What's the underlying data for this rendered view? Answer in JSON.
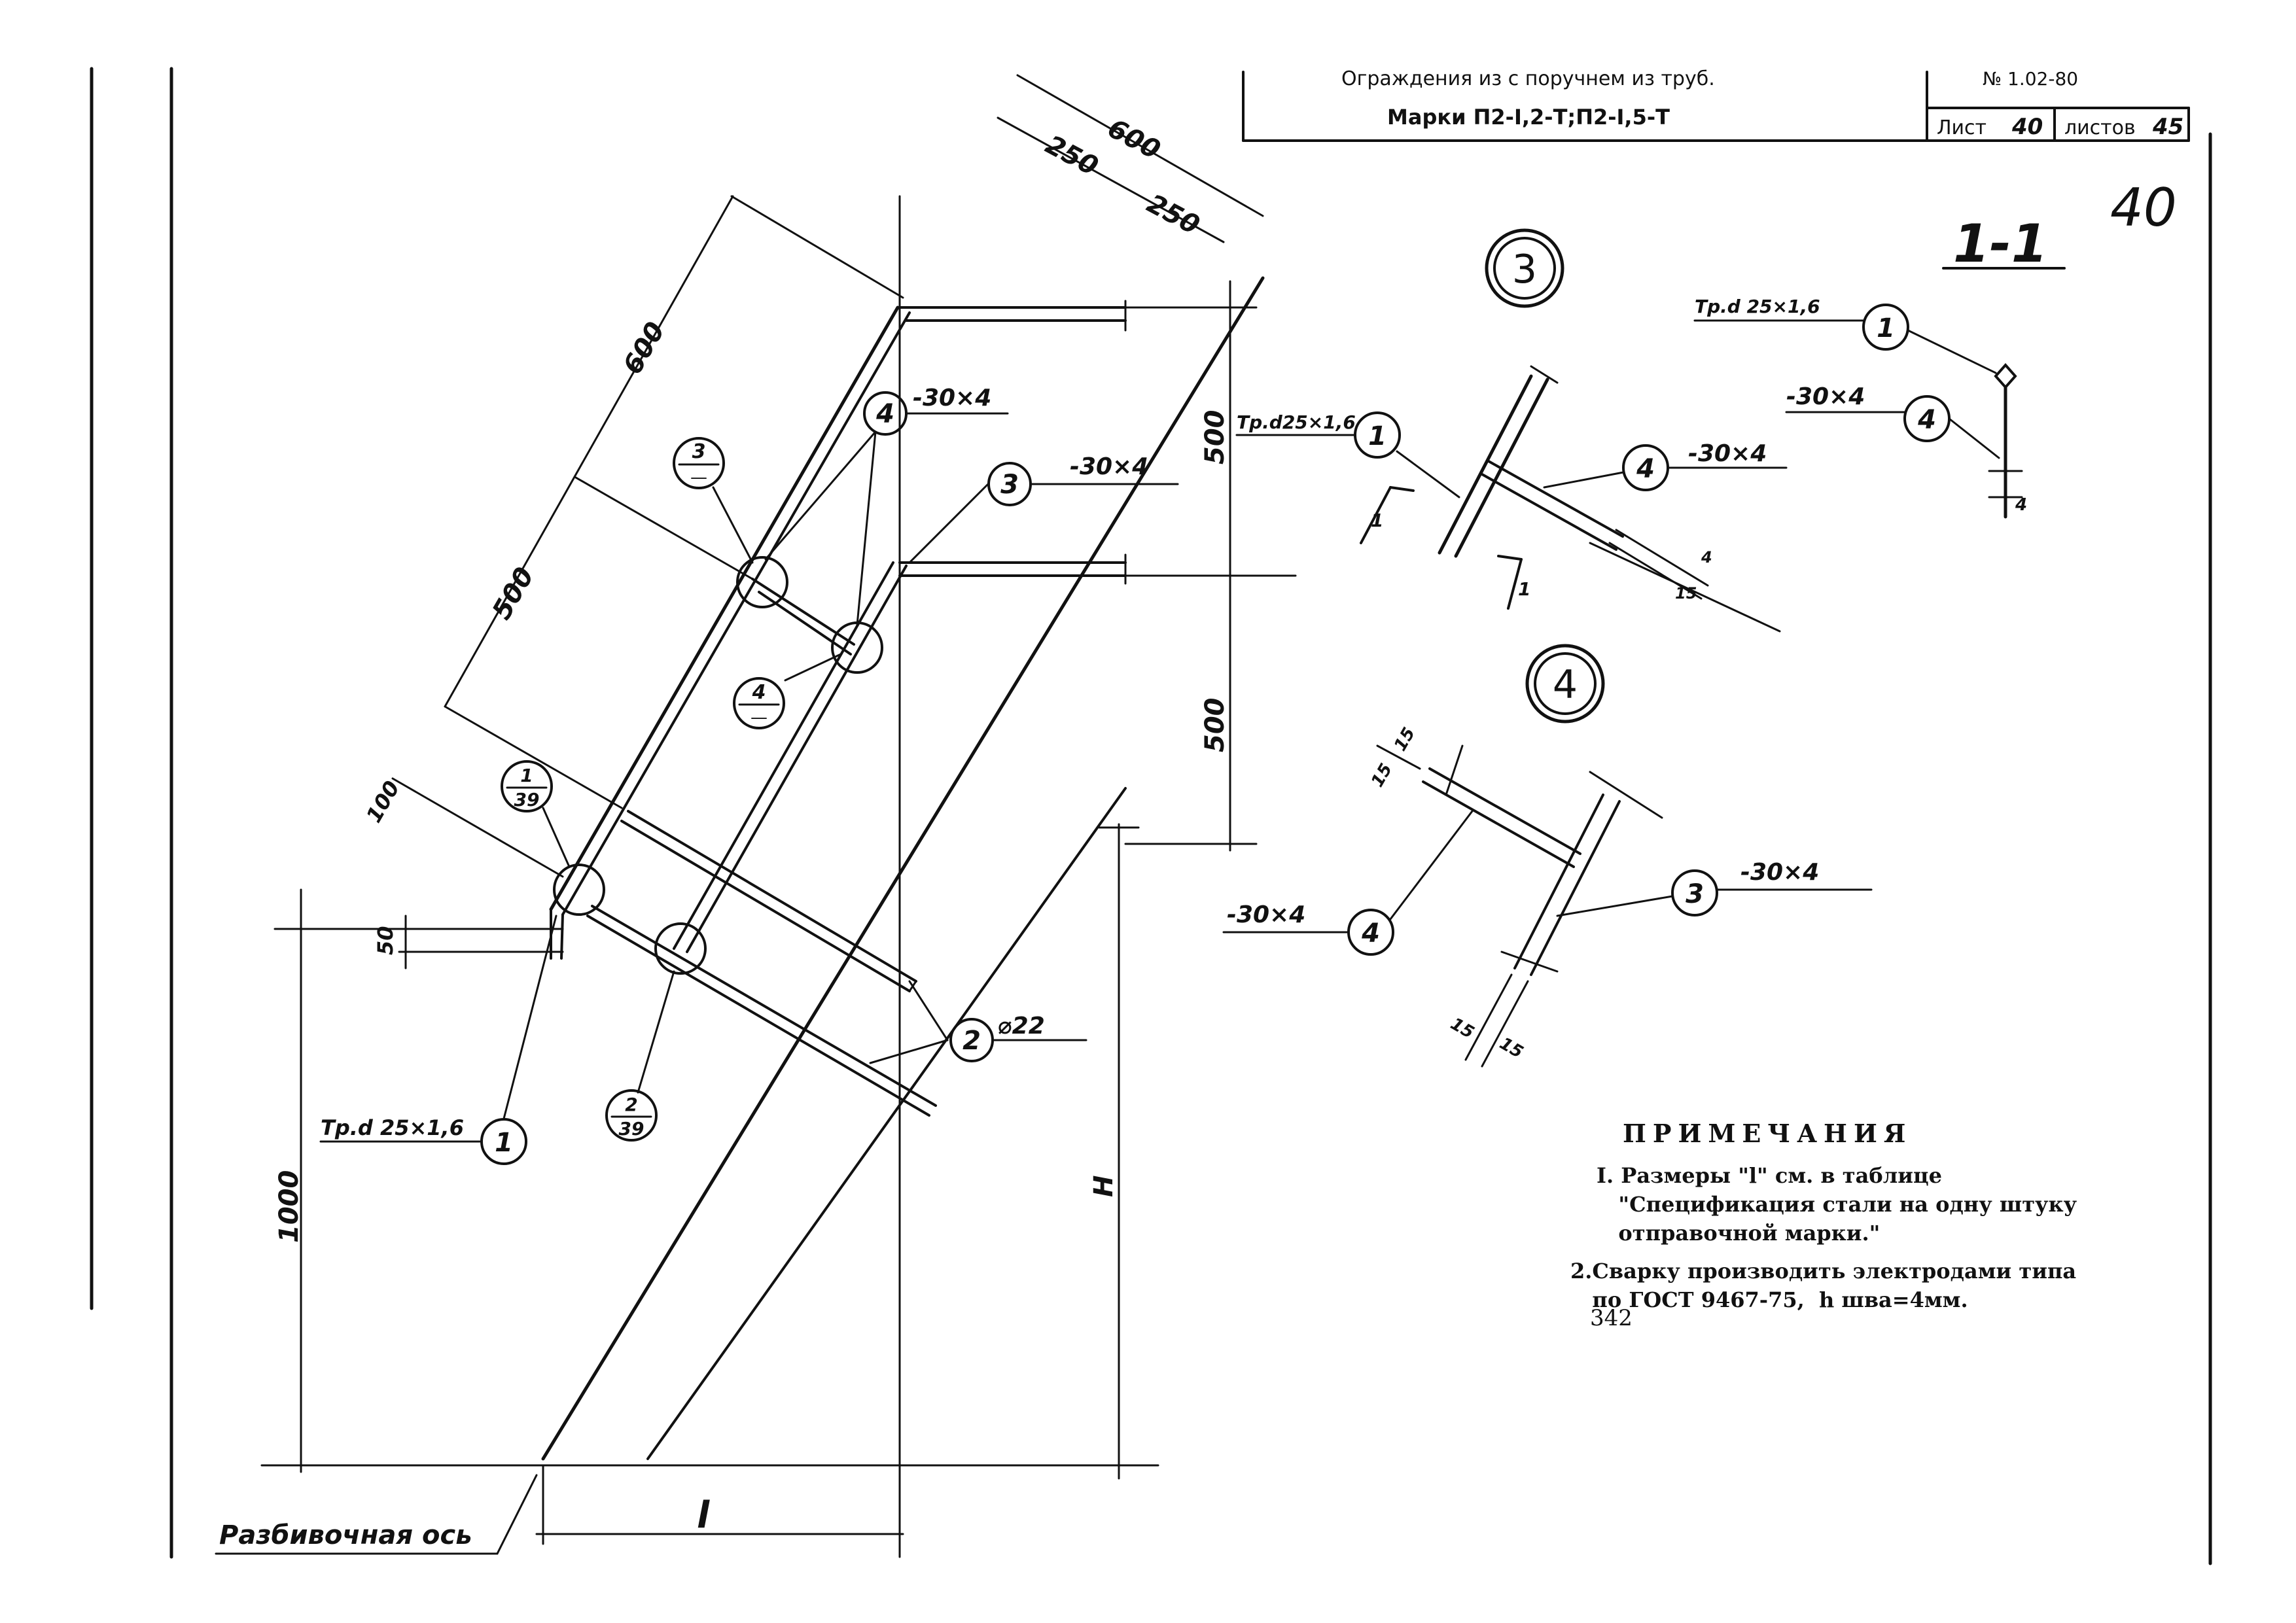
{
  "title_block": {
    "line1": "Ограждения из с поручнем из труб.",
    "line2": "Марки П2-I,2-Т;П2-I,5-Т",
    "top_right": "№ 1.02-80",
    "sheet_label": "Лист",
    "sheet_no": "40",
    "sheets_label": "листов",
    "sheets_total": "45"
  },
  "handwritten_page": "40",
  "section_label": "1-1",
  "node_labels": {
    "node3": "3",
    "node4": "4"
  },
  "dimensions": {
    "d600_top": "600",
    "d250_a": "250",
    "d250_b": "250",
    "d600_slope": "600",
    "d500_slope": "500",
    "d100": "100",
    "d50": "50",
    "d500_v1": "500",
    "d500_v2": "500",
    "d1000": "1000",
    "dH": "Н",
    "dL": "l"
  },
  "callouts": {
    "c1": {
      "num": "1",
      "text": "Тр.d 25×1,6"
    },
    "c2": {
      "num": "2",
      "text": "⌀22"
    },
    "c3": {
      "num": "3",
      "text": "-30×4"
    },
    "c4": {
      "num": "4",
      "text": "-30×4"
    }
  },
  "refs": {
    "r3": {
      "top": "3",
      "bottom": "—"
    },
    "r4": {
      "top": "4",
      "bottom": "—"
    },
    "r1_39": {
      "top": "1",
      "bottom": "39"
    },
    "r2_39": {
      "top": "2",
      "bottom": "39"
    }
  },
  "detail3": {
    "pipe": "Тр.d25×1,6",
    "pipe_num": "1",
    "plate_num": "4",
    "plate": "-30×4",
    "cut": "1",
    "t4": "4",
    "t15": "15"
  },
  "detail4": {
    "num4": "4",
    "text4": "-30×4",
    "num3": "3",
    "text3": "-30×4",
    "w15": "15"
  },
  "section11": {
    "pipe_num": "1",
    "pipe": "Тр.d 25×1,6",
    "plate_num": "4",
    "plate": "-30×4",
    "t4": "4"
  },
  "axis_label": "Разбивочная ось",
  "notes": {
    "title": "ПРИМЕЧАНИЯ",
    "n1": "I. Размеры \"l\" см. в таблице\n   \"Спецификация стали на одну штуку\n   отправочной марки.\"",
    "n2": "2.Сварку производить электродами типа\n   по ГОСТ 9467-75,  h шва=4мм."
  },
  "page_number": "342"
}
